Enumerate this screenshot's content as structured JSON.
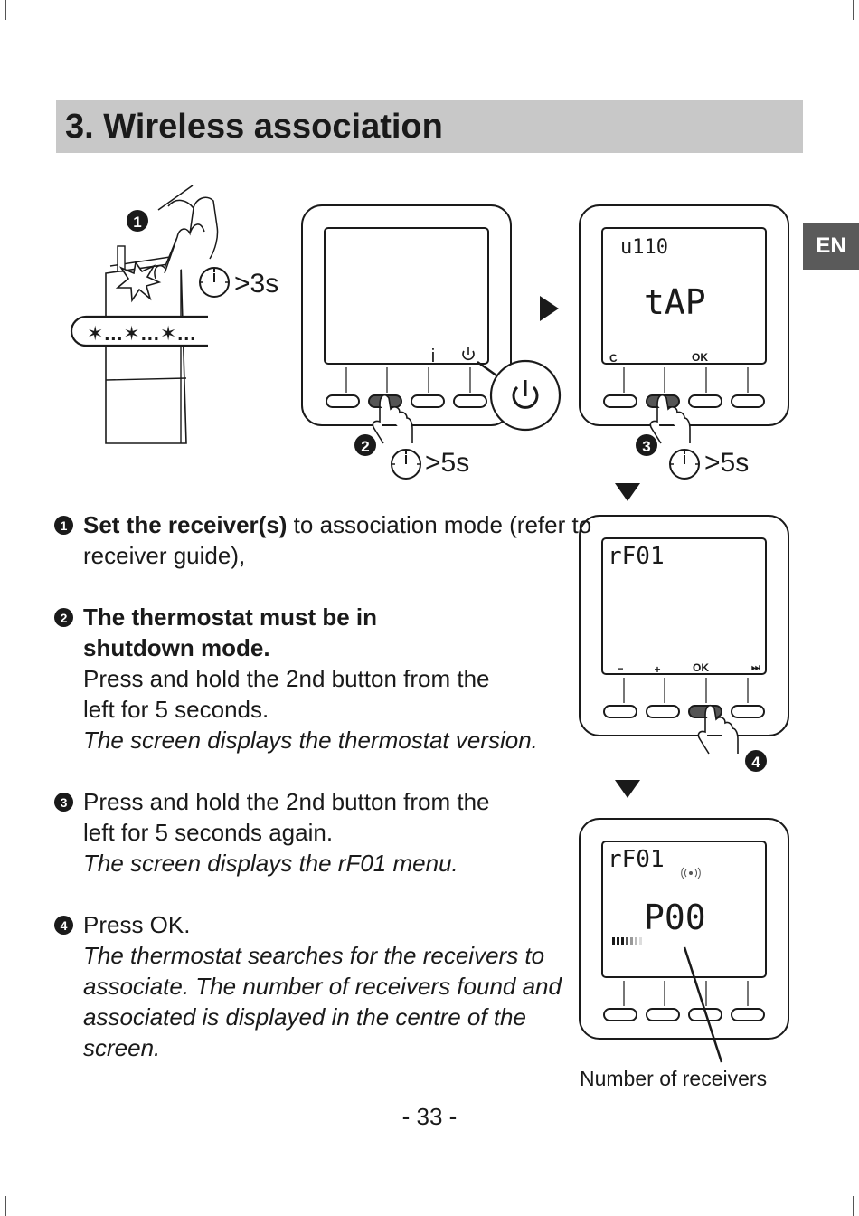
{
  "title": "3. Wireless association",
  "lang_tab": "EN",
  "timers": {
    "t1": ">3s",
    "t2": ">5s",
    "t3": ">5s"
  },
  "callouts": {
    "c1": "1",
    "c2": "2",
    "c3": "3",
    "c4": "4"
  },
  "lcd": {
    "screen2": {
      "version": "u110",
      "main": "tAP",
      "left_label": "C",
      "right_label": "OK"
    },
    "screen3": {
      "menu": "rF01",
      "labels": [
        "−",
        "+",
        "OK",
        "⏭"
      ]
    },
    "screen4": {
      "menu": "rF01",
      "count": "P00"
    },
    "screen1": {
      "info": "i"
    }
  },
  "steps": [
    {
      "n": "1",
      "bold": "Set the receiver(s)",
      "text": " to association mode (refer to receiver guide),",
      "italic": ""
    },
    {
      "n": "2",
      "bold": "The thermostat must be in shutdown mode.",
      "text": "Press and hold the 2nd button from the left for 5 seconds.",
      "italic": "The screen displays the thermostat version."
    },
    {
      "n": "3",
      "bold": "",
      "text": "Press and hold the 2nd button from the left for 5 seconds again.",
      "italic": "The screen displays the rF01 menu."
    },
    {
      "n": "4",
      "bold": "",
      "text": "Press OK.",
      "italic": "The thermostat searches for the receivers to associate. The number of receivers found and associated is displayed in the centre of the screen."
    }
  ],
  "caption": "Number of receivers",
  "page_number": "- 33 -"
}
